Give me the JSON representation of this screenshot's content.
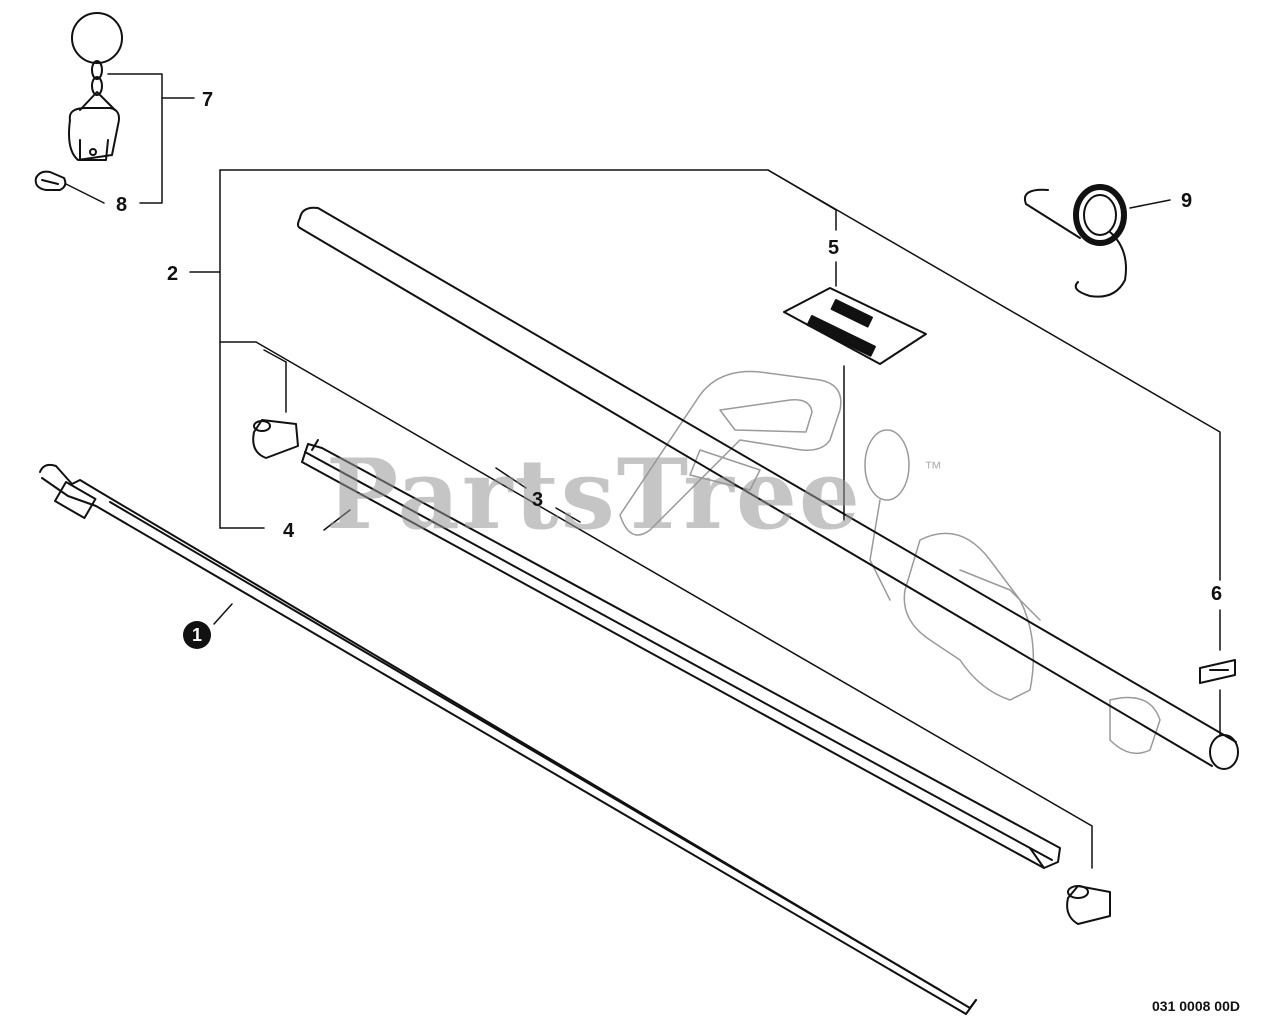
{
  "diagram": {
    "callouts": {
      "c1": "1",
      "c2": "2",
      "c3": "3",
      "c4": "4",
      "c5": "5",
      "c6": "6",
      "c7": "7",
      "c8": "8",
      "c9": "9"
    },
    "watermark": "PartsTree",
    "trademark": "™",
    "document_code": "031 0008 00D",
    "colors": {
      "ink": "#111111",
      "watermark": "#969696",
      "background": "#ffffff"
    }
  }
}
